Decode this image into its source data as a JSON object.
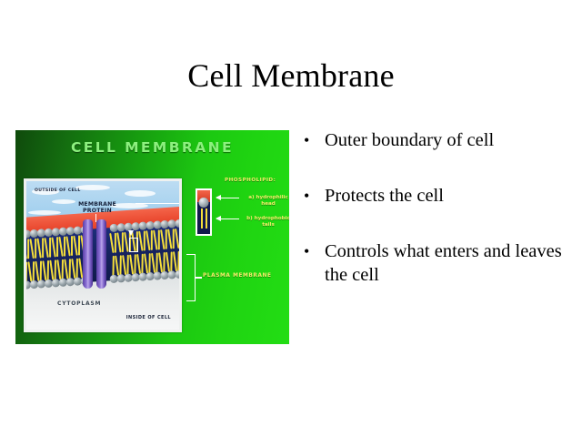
{
  "slide": {
    "title": "Cell Membrane",
    "bullets": [
      {
        "marker": "•",
        "text": "Outer boundary of cell"
      },
      {
        "marker": "•",
        "text": "Protects the cell"
      },
      {
        "marker": "•",
        "text": "Controls what enters and leaves the cell"
      }
    ]
  },
  "diagram": {
    "heading": "CELL MEMBRANE",
    "labels": {
      "outside_of_cell": "OUTSIDE OF CELL",
      "membrane_protein": "MEMBRANE PROTEIN",
      "cytoplasm": "CYTOPLASM",
      "inside_of_cell": "INSIDE OF CELL",
      "phospholipid": "PHOSPHOLIPID:",
      "hydrophilic_head": "a) hydrophilic head",
      "hydrophobic_tails": "b) hydrophobic tails",
      "plasma_membrane": "PLASMA MEMBRANE"
    }
  },
  "colors": {
    "slide_background": "#ffffff",
    "text": "#000000",
    "panel_green_dark": "#0f4a0c",
    "panel_green_bright": "#1fd411",
    "panel_heading_text": "#8cf07e",
    "annotation_text": "#f3ee6a",
    "protein_purple": "#8a6fd4",
    "lipid_tail_yellow": "#f5de3a",
    "lipid_head_gray": "#9aa6ac",
    "bilayer_blue": "#16235f",
    "surface_red": "#e8452c",
    "extracellular_blue": "#a7d2ef",
    "cytoplasm_gray": "#eceeee"
  }
}
